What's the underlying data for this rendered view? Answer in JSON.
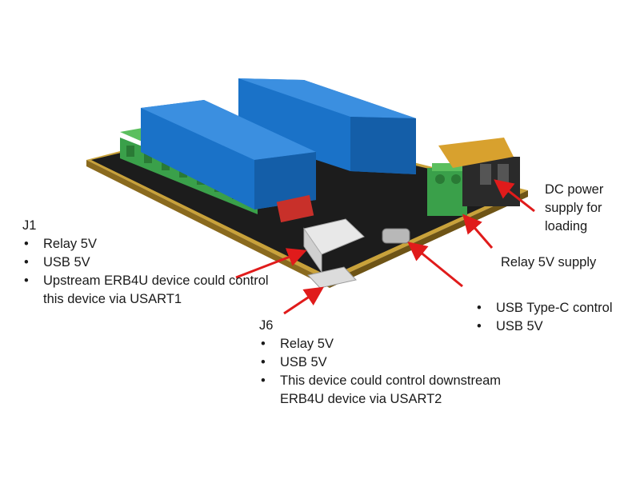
{
  "colors": {
    "pcb": "#1c1c1c",
    "pcb_edge": "#c9a23a",
    "relay": "#1a72c8",
    "terminal": "#3aa04a",
    "arrow": "#e01b1b",
    "dc_jack": "#d8a12e"
  },
  "labels": {
    "j1": {
      "title": "J1",
      "items": [
        "Relay 5V",
        "USB 5V",
        "Upstream ERB4U device could control this device via USART1"
      ],
      "item3_line1": "Upstream ERB4U device could control",
      "item3_line2": "this device via USART1"
    },
    "j6": {
      "title": "J6",
      "items": [
        "Relay 5V",
        "USB 5V",
        "This device could control downstream ERB4U device via USART2"
      ],
      "item3_line1": "This device could control downstream",
      "item3_line2": "ERB4U device via USART2"
    },
    "dc": {
      "line1": "DC power",
      "line2": "supply for",
      "line3": "loading"
    },
    "relay_supply": {
      "text": "Relay 5V supply"
    },
    "usb": {
      "items": [
        "USB Type-C control",
        "USB 5V"
      ]
    }
  }
}
